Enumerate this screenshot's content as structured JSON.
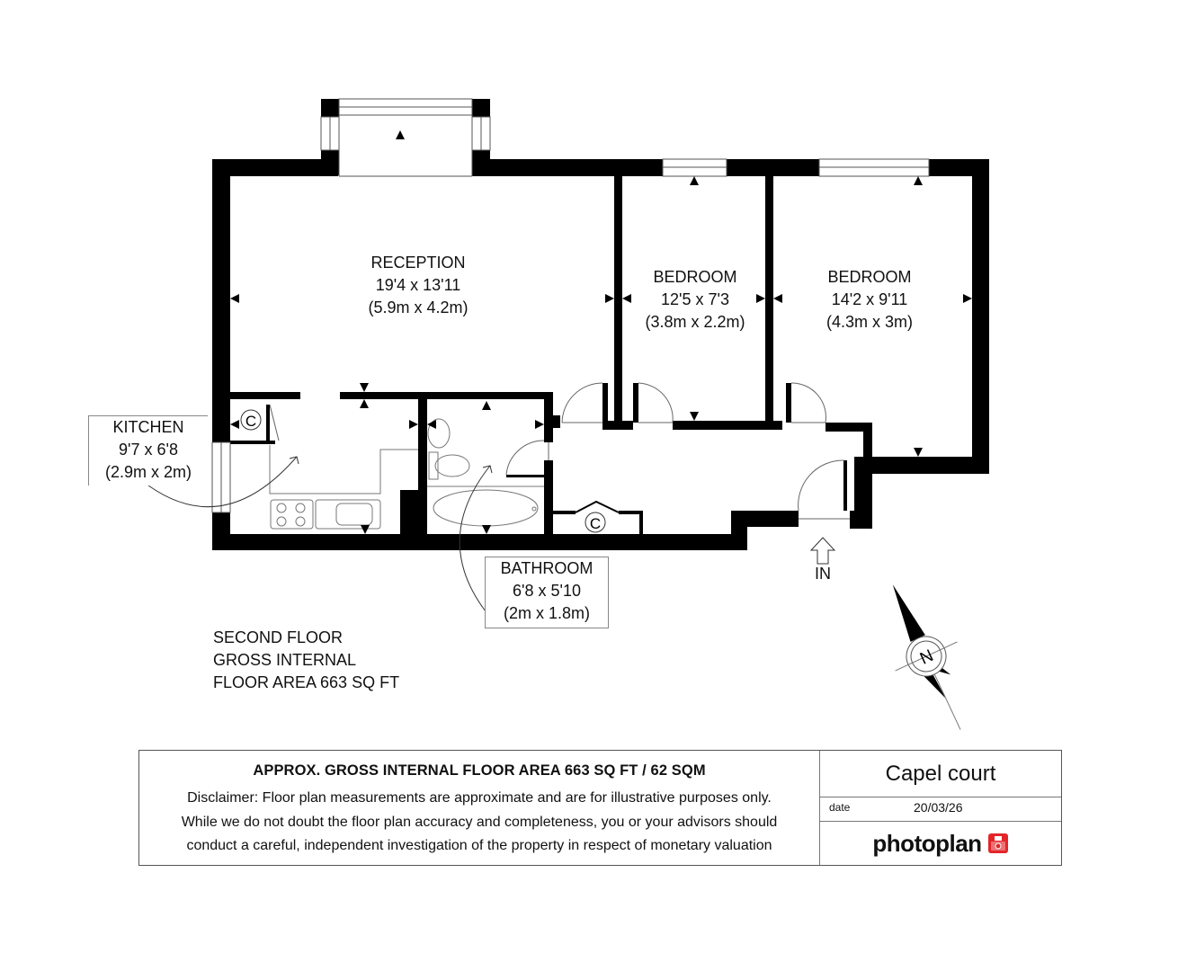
{
  "rooms": {
    "reception": {
      "name": "RECEPTION",
      "imperial": "19'4 x 13'11",
      "metric": "(5.9m x 4.2m)"
    },
    "bedroom1": {
      "name": "BEDROOM",
      "imperial": "12'5 x 7'3",
      "metric": "(3.8m x 2.2m)"
    },
    "bedroom2": {
      "name": "BEDROOM",
      "imperial": "14'2 x 9'11",
      "metric": "(4.3m x 3m)"
    },
    "kitchen": {
      "name": "KITCHEN",
      "imperial": "9'7 x 6'8",
      "metric": "(2.9m x 2m)"
    },
    "bathroom": {
      "name": "BATHROOM",
      "imperial": "6'8 x 5'10",
      "metric": "(2m x 1.8m)"
    }
  },
  "symbols": {
    "cupboard": "C",
    "entrance": "IN",
    "north": "N"
  },
  "floor_note": {
    "line1": "SECOND FLOOR",
    "line2": "GROSS INTERNAL",
    "line3": "FLOOR AREA 663 SQ FT"
  },
  "info": {
    "title": "APPROX. GROSS INTERNAL FLOOR AREA 663 SQ FT / 62 SQM",
    "disclaimer_line1": "Disclaimer: Floor plan measurements are approximate and are for illustrative purposes only.",
    "disclaimer_line2": "While we do not doubt the floor plan accuracy and completeness, you or your advisors should",
    "disclaimer_line3": "conduct a careful, independent investigation of the property in respect of monetary valuation",
    "project_name": "Capel court",
    "date_label": "date",
    "date_value": "20/03/26",
    "brand": "photoplan",
    "brand_color": "#e3252a"
  }
}
